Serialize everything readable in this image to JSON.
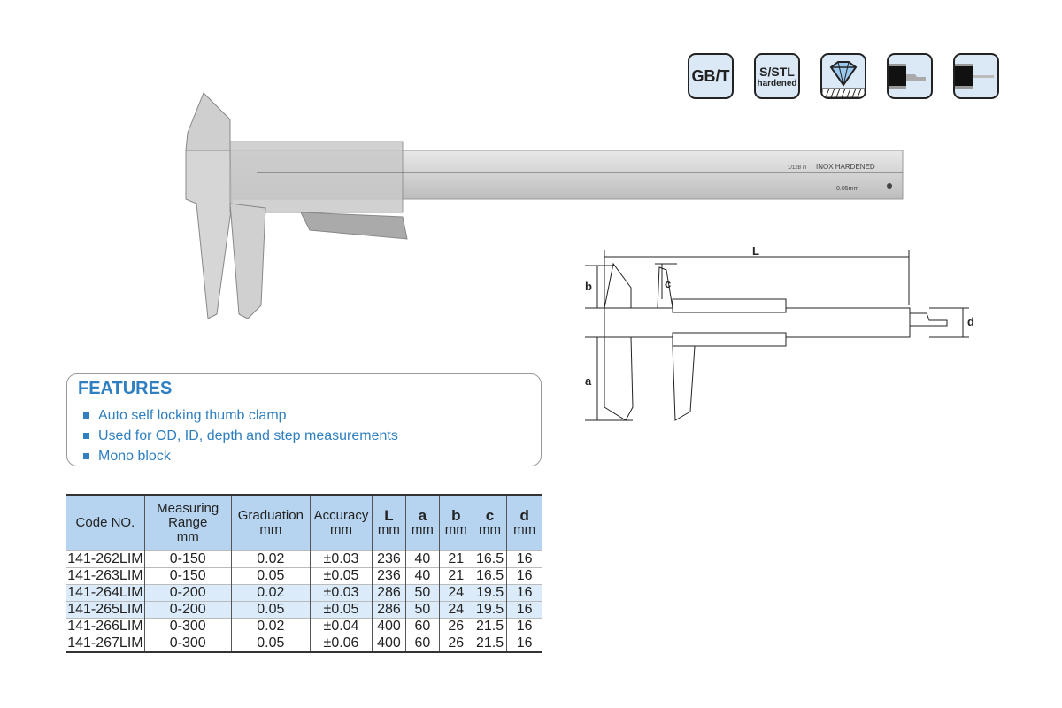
{
  "icons": [
    {
      "name": "gbt-standard-icon",
      "label": "GB/T"
    },
    {
      "name": "stainless-steel-hardened-icon",
      "label": "S/STL",
      "sub": "hardened"
    },
    {
      "name": "diamond-hardness-icon"
    },
    {
      "name": "depth-rod-flat-icon"
    },
    {
      "name": "depth-rod-round-icon"
    }
  ],
  "photo": {
    "scale_text": "INOX HARDENED",
    "grad_text": "0.05mm",
    "fraction": "1/128 in"
  },
  "diagram": {
    "labels": {
      "L": "L",
      "a": "a",
      "b": "b",
      "c": "c",
      "d": "d"
    }
  },
  "features": {
    "title": "FEATURES",
    "items": [
      "Auto self locking thumb clamp",
      "Used for OD, ID, depth and step measurements",
      "Mono block"
    ]
  },
  "table": {
    "headers": [
      [
        "Code NO.",
        ""
      ],
      [
        "Measuring Range",
        "mm"
      ],
      [
        "Graduation",
        "mm"
      ],
      [
        "Accuracy",
        "mm"
      ],
      [
        "L",
        "mm"
      ],
      [
        "a",
        "mm"
      ],
      [
        "b",
        "mm"
      ],
      [
        "c",
        "mm"
      ],
      [
        "d",
        "mm"
      ]
    ],
    "rows": [
      [
        "141-262LIM",
        "0-150",
        "0.02",
        "±0.03",
        "236",
        "40",
        "21",
        "16.5",
        "16"
      ],
      [
        "141-263LIM",
        "0-150",
        "0.05",
        "±0.05",
        "236",
        "40",
        "21",
        "16.5",
        "16"
      ],
      [
        "141-264LIM",
        "0-200",
        "0.02",
        "±0.03",
        "286",
        "50",
        "24",
        "19.5",
        "16"
      ],
      [
        "141-265LIM",
        "0-200",
        "0.05",
        "±0.05",
        "286",
        "50",
        "24",
        "19.5",
        "16"
      ],
      [
        "141-266LIM",
        "0-300",
        "0.02",
        "±0.04",
        "400",
        "60",
        "26",
        "21.5",
        "16"
      ],
      [
        "141-267LIM",
        "0-300",
        "0.05",
        "±0.06",
        "400",
        "60",
        "26",
        "21.5",
        "16"
      ]
    ]
  }
}
